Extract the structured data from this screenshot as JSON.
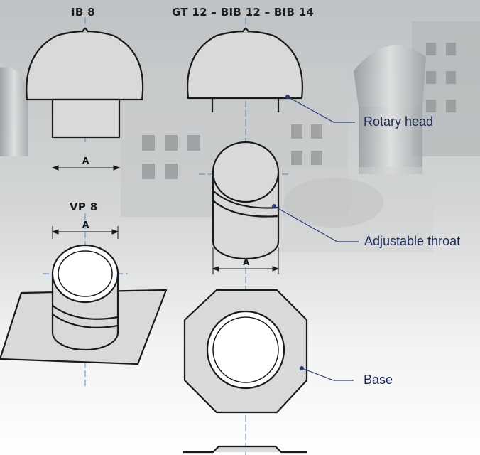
{
  "labels": {
    "ib8": "IB 8",
    "gt_bib": "GT 12 – BIB 12 – BIB 14",
    "vp8": "VP 8",
    "dimension": "A"
  },
  "callouts": {
    "rotary_head": "Rotary head",
    "adjustable_throat": "Adjustable throat",
    "base": "Base"
  },
  "colors": {
    "part_fill": "#d9d9d9",
    "outline": "#1a1a1a",
    "centerline": "#4f8fc8",
    "callout_line": "#2a3d78",
    "callout_text": "#1d2a55"
  }
}
